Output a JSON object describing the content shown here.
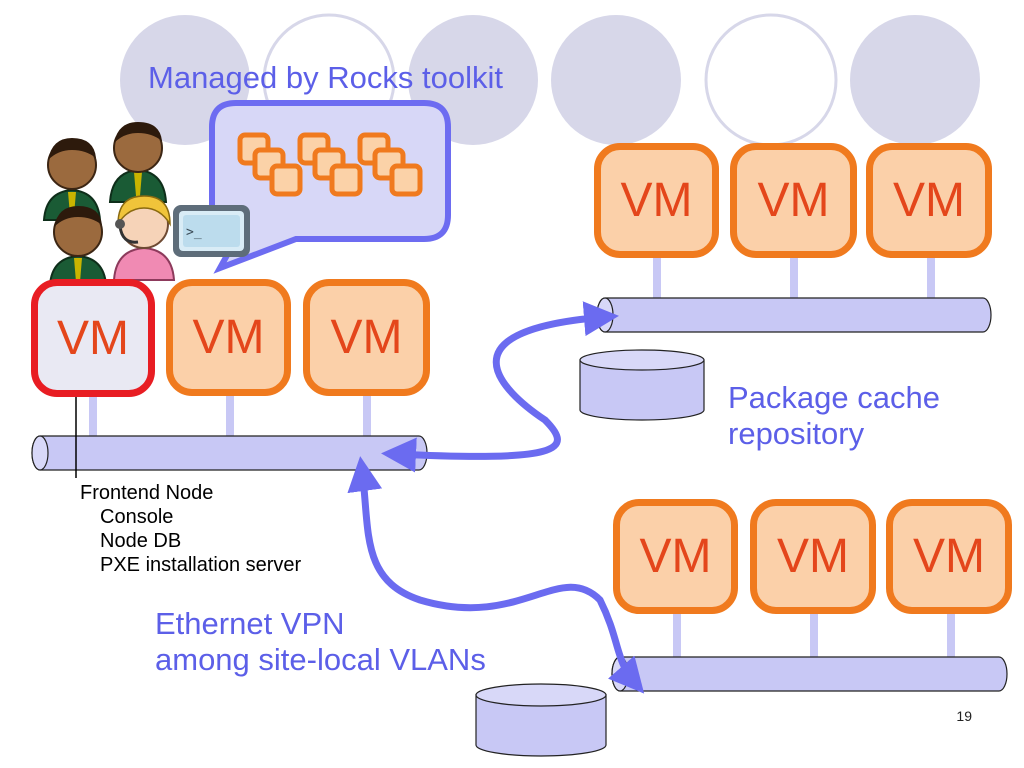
{
  "labels": {
    "managed": "Managed by Rocks toolkit",
    "package_cache_line1": "Package cache",
    "package_cache_line2": "repository",
    "vpn_line1": "Ethernet VPN",
    "vpn_line2": "among site-local VLANs",
    "page_number": "19"
  },
  "frontend": {
    "title": "Frontend Node",
    "items": [
      "Console",
      "Node DB",
      "PXE installation server"
    ]
  },
  "vm_label": "VM",
  "colors": {
    "vm_border": "#f07a1e",
    "vm_fill": "#fbd0a9",
    "vm_text": "#e4461b",
    "frontend_border": "#e81d23",
    "frontend_fill": "#e9e9f3",
    "network_fill": "#c8c8f5",
    "arrow": "#6b6bf0",
    "label_blue": "#5c5fe8"
  }
}
